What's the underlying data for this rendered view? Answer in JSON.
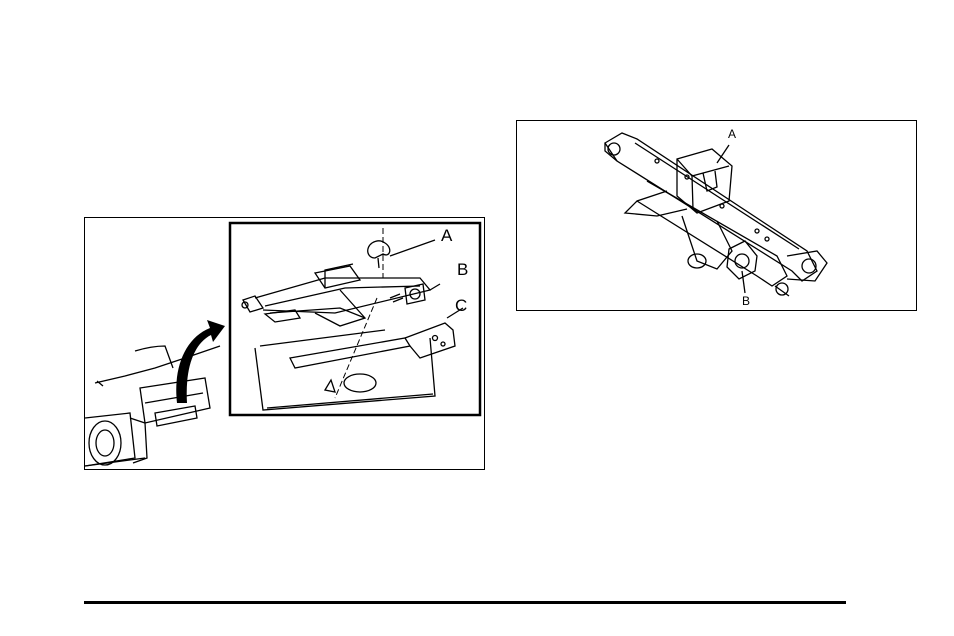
{
  "figures": {
    "left": {
      "callouts": {
        "a": "A",
        "b": "B",
        "c": "C"
      },
      "icons": [
        "car-rear-icon",
        "curved-arrow-icon",
        "scissor-jack-icon",
        "wing-nut-icon",
        "jack-handle-icon",
        "storage-well-icon"
      ]
    },
    "right": {
      "callouts": {
        "a": "A",
        "b": "B"
      },
      "icons": [
        "scissor-jack-icon"
      ]
    }
  }
}
